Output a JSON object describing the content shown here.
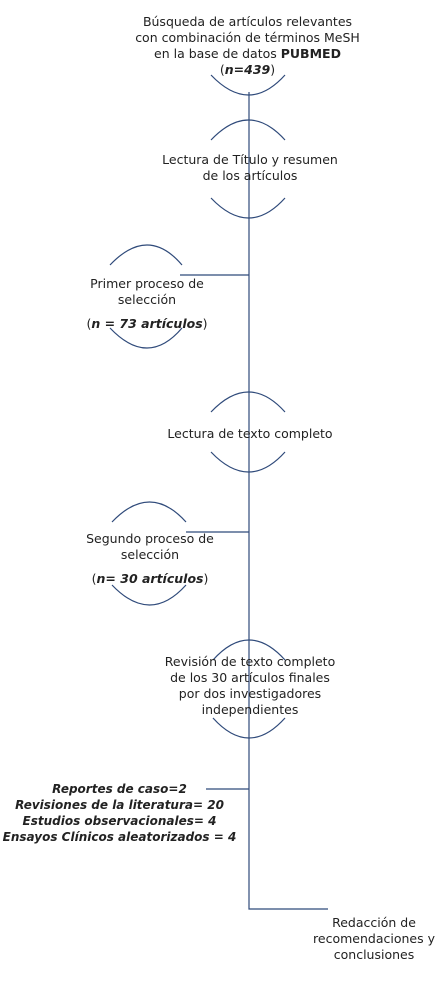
{
  "step1": {
    "line1": "Búsqueda de artículos relevantes",
    "line2": "con combinación de términos MeSH",
    "line3_prefix": "en  la base de datos ",
    "line3_bold": "PUBMED",
    "n_open": "(",
    "n_value": "n=439",
    "n_close": ")"
  },
  "step2": {
    "line1": "Lectura de Título y resumen",
    "line2": "de los artículos"
  },
  "step3": {
    "line1": "Primer proceso de",
    "line2": "selección",
    "n_open": "(",
    "n_value": "n = 73 artículos",
    "n_close": ")"
  },
  "step4": {
    "line1": "Lectura de texto completo"
  },
  "step5": {
    "line1": "Segundo proceso de",
    "line2": "selección",
    "n_open": "(",
    "n_value": "n= 30 artículos",
    "n_close": ")"
  },
  "step6": {
    "line1": "Revisión de texto completo",
    "line2": "de los 30 artículos finales",
    "line3": "por dos investigadores",
    "line4": "independientes"
  },
  "results": {
    "line1": "Reportes de caso=2",
    "line2": "Revisiones  de la literatura= 20",
    "line3": "Estudios observacionales=  4",
    "line4": "Ensayos Clínicos  aleatorizados = 4"
  },
  "step7": {
    "line1": "Redacción de",
    "line2": "recomendaciones y",
    "line3": "conclusiones"
  },
  "colors": {
    "line": "#2f4a7a"
  }
}
